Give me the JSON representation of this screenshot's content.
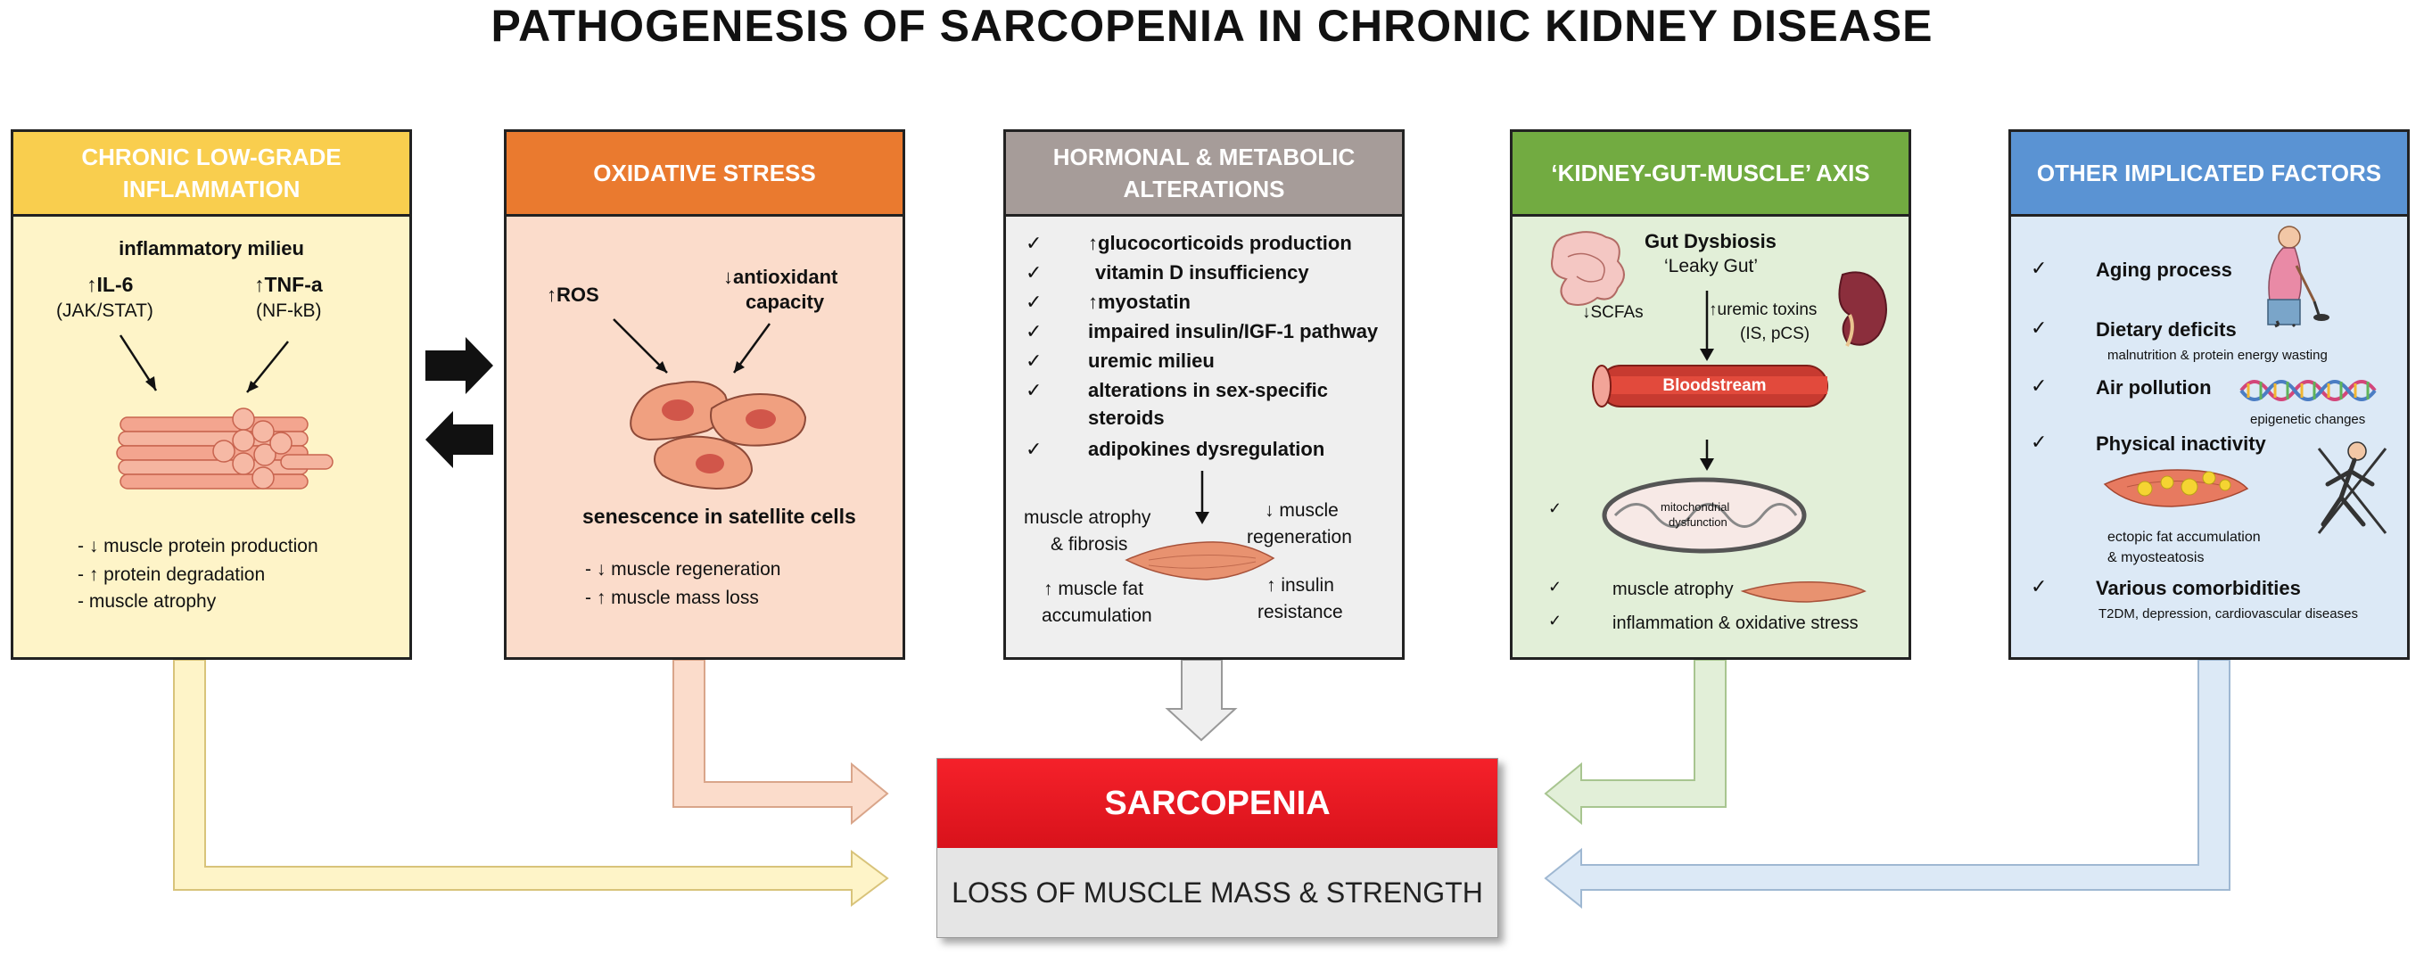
{
  "title": "PATHOGENESIS  OF  SARCOPENIA  IN  CHRONIC KIDNEY DISEASE",
  "colors": {
    "inflammation_header": "#F9CE4E",
    "inflammation_body": "#FEF4C8",
    "oxidative_header": "#EA7A2F",
    "oxidative_body": "#FBDCCB",
    "hormonal_header": "#A69C99",
    "hormonal_body": "#EFEFEF",
    "axis_header": "#72AB41",
    "axis_body": "#E2EFD8",
    "other_header": "#5A93D3",
    "other_body": "#DCE9F6",
    "sarcopenia_red": "#EE1B24",
    "sarcopenia_grey": "#E5E5E5"
  },
  "inflammation": {
    "header": "CHRONIC LOW-GRADE INFLAMMATION",
    "milieu": "inflammatory milieu",
    "il6": "↑IL-6",
    "il6_path": "(JAK/STAT)",
    "tnf": "↑TNF-a",
    "tnf_path": "(NF-kB)",
    "effects": [
      "- ↓ muscle protein production",
      "- ↑ protein degradation",
      "-  muscle atrophy"
    ]
  },
  "oxidative": {
    "header": "OXIDATIVE STRESS",
    "ros": "↑ROS",
    "antioxidant_1": "↓antioxidant",
    "antioxidant_2": "capacity",
    "senescence": "senescence in satellite cells",
    "effects": [
      "- ↓ muscle regeneration",
      "- ↑ muscle mass loss"
    ]
  },
  "hormonal": {
    "header": "HORMONAL & METABOLIC ALTERATIONS",
    "items": [
      "↑glucocorticoids production",
      "vitamin D insufficiency",
      "↑myostatin",
      "impaired insulin/IGF-1 pathway",
      "uremic milieu",
      "alterations in sex-specific",
      "adipokines dysregulation"
    ],
    "item_cont": "steroids",
    "outcome_tl_1": "muscle atrophy",
    "outcome_tl_2": "& fibrosis",
    "outcome_tr_1": "↓ muscle",
    "outcome_tr_2": "regeneration",
    "outcome_bl_1": "↑ muscle fat",
    "outcome_bl_2": "accumulation",
    "outcome_br_1": "↑ insulin",
    "outcome_br_2": "resistance"
  },
  "axis": {
    "header": "‘KIDNEY-GUT-MUSCLE’ AXIS",
    "dysbiosis": "Gut Dysbiosis",
    "leaky": "‘Leaky Gut’",
    "scfa": "↓SCFAs",
    "toxins_1": "↑uremic toxins",
    "toxins_2": "(IS, pCS)",
    "bloodstream": "Bloodstream",
    "mito_1": "mitochondrial",
    "mito_2": "dysfunction",
    "atrophy": "muscle atrophy",
    "inflam": "inflammation & oxidative stress"
  },
  "other": {
    "header": "OTHER IMPLICATED FACTORS",
    "aging": "Aging process",
    "dietary": "Dietary deficits",
    "dietary_sub": "malnutrition & protein energy wasting",
    "air": "Air pollution",
    "epigenetic": "epigenetic changes",
    "inactivity": "Physical inactivity",
    "fat_1": "ectopic fat accumulation",
    "fat_2": "& myosteatosis",
    "comorb": "Various comorbidities",
    "comorb_sub": "T2DM, depression, cardiovascular diseases"
  },
  "sarcopenia": {
    "label": "SARCOPENIA",
    "definition": "LOSS OF MUSCLE MASS & STRENGTH"
  }
}
